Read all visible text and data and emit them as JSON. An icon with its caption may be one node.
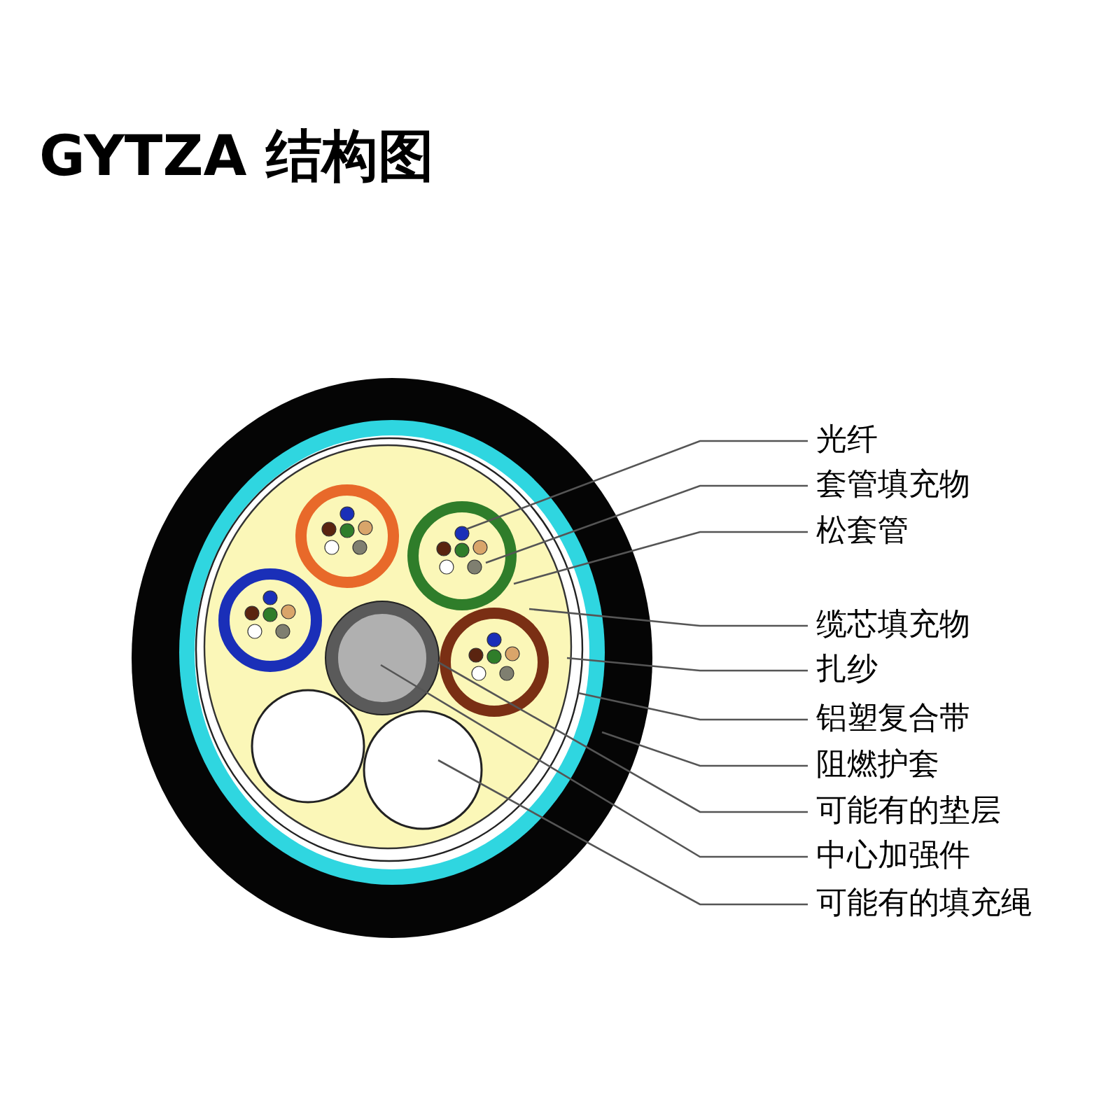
{
  "diagram": {
    "title": "GYTZA 结构图",
    "nodes": [
      {
        "text": [
          "光纤"
        ]
      },
      {
        "text": [
          "套管填充物"
        ]
      },
      {
        "text": [
          "松套管"
        ]
      },
      {
        "text": [
          "缆芯填充物"
        ]
      },
      {
        "text": [
          "扎纱"
        ]
      },
      {
        "text": [
          "铝塑复合带"
        ]
      },
      {
        "text": [
          "阻燃护套"
        ]
      },
      {
        "text": [
          "可能有的垫层"
        ]
      },
      {
        "text": [
          "中心加强件"
        ]
      },
      {
        "text": [
          "可能有的填充绳"
        ]
      }
    ],
    "edges": [
      {
        "from": 0,
        "to": null,
        "arrow": "none"
      },
      {
        "from": 1,
        "to": null,
        "arrow": "none"
      },
      {
        "from": 2,
        "to": null,
        "arrow": "none"
      },
      {
        "from": 3,
        "to": null,
        "arrow": "none"
      },
      {
        "from": 4,
        "to": null,
        "arrow": "none"
      },
      {
        "from": 5,
        "to": null,
        "arrow": "none"
      },
      {
        "from": 6,
        "to": null,
        "arrow": "none"
      },
      {
        "from": 7,
        "to": null,
        "arrow": "none"
      },
      {
        "from": 8,
        "to": null,
        "arrow": "none"
      },
      {
        "from": 9,
        "to": null,
        "arrow": "none"
      }
    ]
  }
}
